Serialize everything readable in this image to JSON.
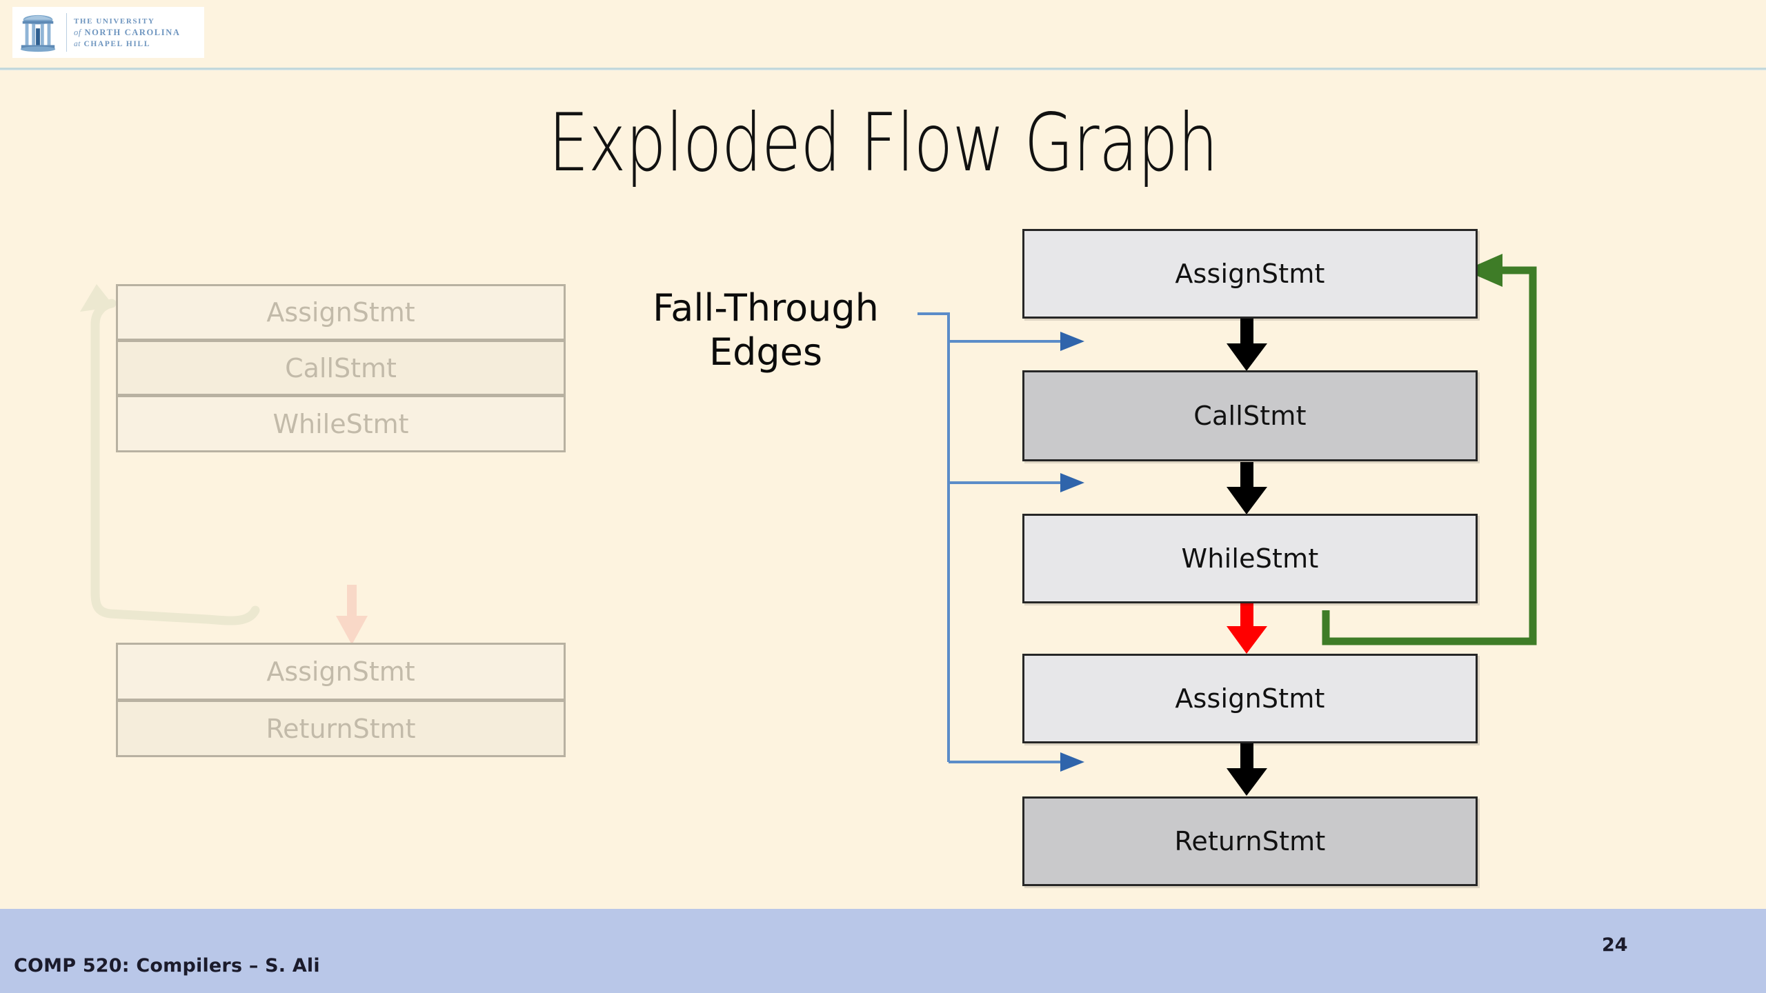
{
  "slide": {
    "title": "Exploded Flow Graph",
    "background_color": "#FDF3DF",
    "page_number": "24"
  },
  "header": {
    "logo": {
      "line1": "THE UNIVERSITY",
      "line2_prefix": "of",
      "line2": "NORTH CAROLINA",
      "line3_prefix": "at",
      "line3": "CHAPEL HILL"
    }
  },
  "annotation": {
    "fall_through_line1": "Fall-Through",
    "fall_through_line2": "Edges",
    "edge_color": "#5B8CC8"
  },
  "ghost_graph": {
    "opacity": "0.30",
    "block_a": [
      {
        "label": "AssignStmt",
        "shade": "light"
      },
      {
        "label": "CallStmt",
        "shade": "dark"
      },
      {
        "label": "WhileStmt",
        "shade": "light"
      }
    ],
    "block_b": [
      {
        "label": "AssignStmt",
        "shade": "light"
      },
      {
        "label": "ReturnStmt",
        "shade": "dark"
      }
    ],
    "back_edge_color": "#C7CFAE",
    "fall_edge_color": "#F09B93"
  },
  "exploded_graph": {
    "nodes": [
      {
        "label": "AssignStmt",
        "shade": "light"
      },
      {
        "label": "CallStmt",
        "shade": "dark"
      },
      {
        "label": "WhileStmt",
        "shade": "light"
      },
      {
        "label": "AssignStmt",
        "shade": "light"
      },
      {
        "label": "ReturnStmt",
        "shade": "dark"
      }
    ],
    "edges": [
      {
        "from": "AssignStmt",
        "to": "CallStmt",
        "kind": "sequential",
        "color": "#000000"
      },
      {
        "from": "CallStmt",
        "to": "WhileStmt",
        "kind": "sequential",
        "color": "#000000"
      },
      {
        "from": "WhileStmt",
        "to": "AssignStmt",
        "kind": "loop-exit",
        "color": "#FF0000"
      },
      {
        "from": "AssignStmt",
        "to": "ReturnStmt",
        "kind": "sequential",
        "color": "#000000"
      },
      {
        "from": "WhileStmt",
        "to": "AssignStmt",
        "kind": "back-edge",
        "color": "#3E7C27"
      }
    ],
    "fall_through_targets": [
      "CallStmt",
      "WhileStmt",
      "ReturnStmt"
    ],
    "node_fill_light": "#E7E7E9",
    "node_fill_dark": "#C9C9CB"
  },
  "footer": {
    "course": "COMP 520: Compilers – S. Ali",
    "bar_color": "#B9C7E8"
  }
}
